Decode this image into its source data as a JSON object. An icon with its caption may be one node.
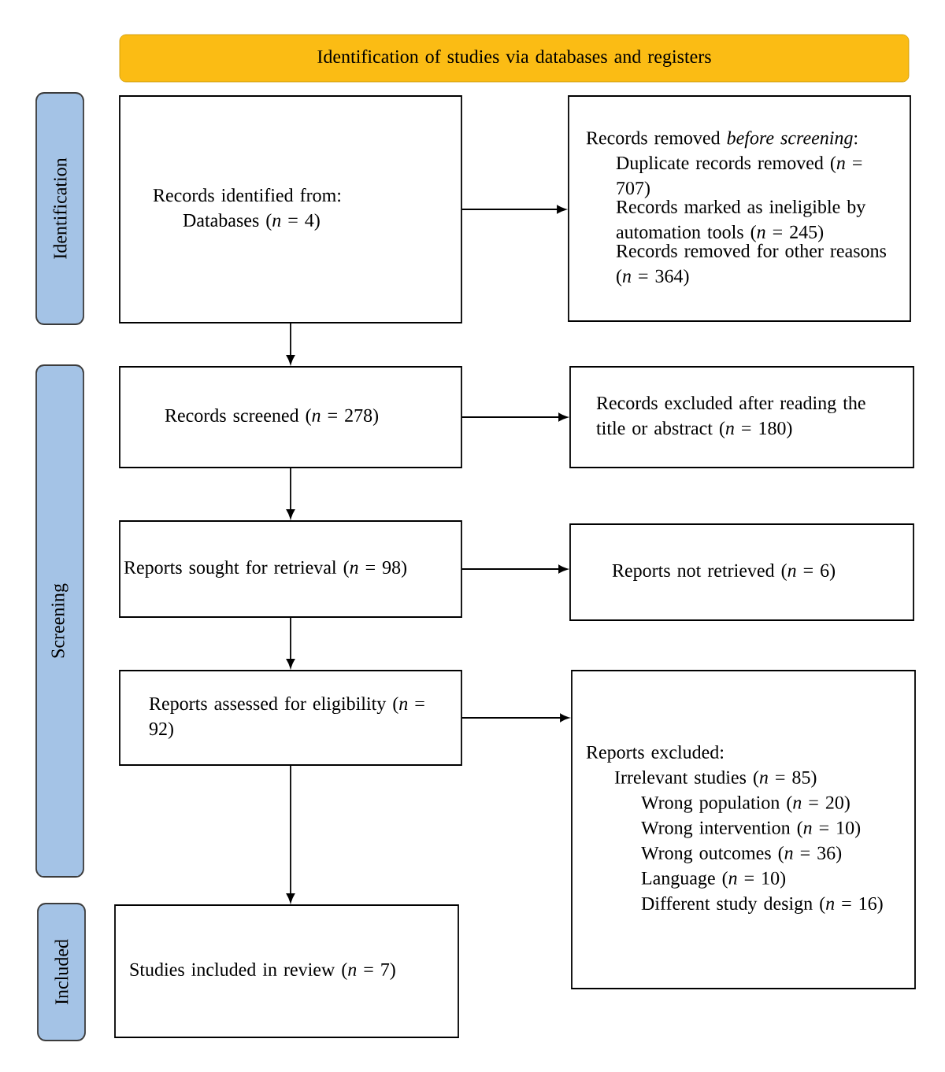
{
  "diagram": {
    "nodes": [
      {
        "text": [
          "Identification of studies via databases and registers"
        ]
      },
      {
        "text": [
          "Identification"
        ]
      },
      {
        "text": [
          "Screening"
        ]
      },
      {
        "text": [
          "Included"
        ]
      },
      {
        "text": [
          "Records identified from:",
          "Databases (*n* = 4)"
        ]
      },
      {
        "text": [
          "Records removed *before screening*:",
          "Duplicate records removed (*n* = 707)",
          "Records marked as ineligible by automation tools (*n* = 245)",
          "Records removed for other reasons (*n* = 364)"
        ]
      },
      {
        "text": [
          "Records screened (*n* = 278)"
        ]
      },
      {
        "text": [
          "Records excluded after reading the title or abstract (*n* = 180)"
        ]
      },
      {
        "text": [
          "Reports sought for retrieval (*n* = 98)"
        ]
      },
      {
        "text": [
          "Reports not retrieved (*n* = 6)"
        ]
      },
      {
        "text": [
          "Reports assessed for eligibility (*n* = 92)"
        ]
      },
      {
        "text": [
          "Reports excluded:",
          "Irrelevant studies (*n* = 85)",
          "Wrong population (*n* = 20)",
          "Wrong intervention (*n* = 10)",
          "Wrong outcomes (*n* = 36)",
          "Language (*n* = 10)",
          "Different study design (*n* = 16)"
        ]
      },
      {
        "text": [
          "Studies included in review (*n* = 7)"
        ]
      }
    ],
    "edges": [
      {
        "from": 4,
        "to": 5,
        "arrow": "to"
      },
      {
        "from": 4,
        "to": 6,
        "arrow": "to"
      },
      {
        "from": 6,
        "to": 7,
        "arrow": "to"
      },
      {
        "from": 6,
        "to": 8,
        "arrow": "to"
      },
      {
        "from": 8,
        "to": 9,
        "arrow": "to"
      },
      {
        "from": 8,
        "to": 10,
        "arrow": "to"
      },
      {
        "from": 10,
        "to": 11,
        "arrow": "to"
      },
      {
        "from": 10,
        "to": 12,
        "arrow": "to"
      }
    ]
  }
}
